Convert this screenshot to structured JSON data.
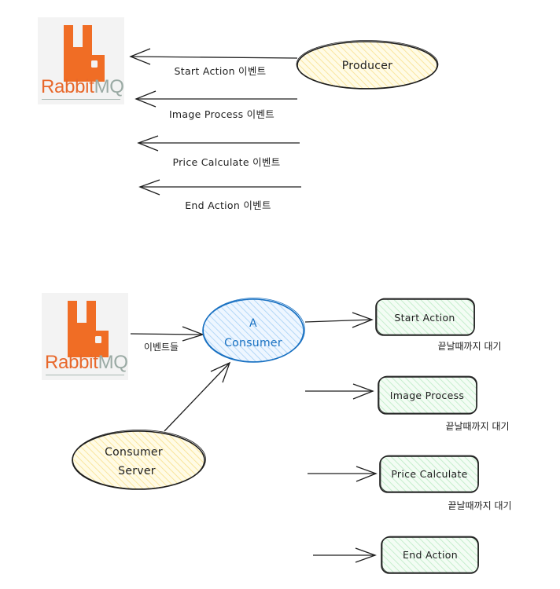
{
  "diagram": {
    "producer_section": {
      "logo": {
        "icon": "rabbitmq-logo",
        "text_primary": "Rabbit",
        "text_secondary": "MQ"
      },
      "producer_node": {
        "label": "Producer",
        "shape": "ellipse",
        "fill": "#fff3bf"
      },
      "event_arrows": [
        {
          "label": "Start Action 이벤트"
        },
        {
          "label": "Image Process 이벤트"
        },
        {
          "label": "Price Calculate 이벤트"
        },
        {
          "label": "End Action 이벤트"
        }
      ]
    },
    "consumer_section": {
      "logo": {
        "icon": "rabbitmq-logo",
        "text_primary": "Rabbit",
        "text_secondary": "MQ"
      },
      "events_label": "이벤트들",
      "consumer_node": {
        "line1": "A",
        "line2": "Consumer",
        "shape": "ellipse",
        "fill": "#d0ebff",
        "stroke": "#1971c2"
      },
      "server_node": {
        "line1": "Consumer",
        "line2": "Server",
        "shape": "ellipse",
        "fill": "#fff3bf"
      },
      "tasks": [
        {
          "label": "Start Action",
          "note": "끝날때까지  대기"
        },
        {
          "label": "Image Process",
          "note": "끝날때까지  대기"
        },
        {
          "label": "Price Calculate",
          "note": "끝날때까지  대기"
        },
        {
          "label": "End Action",
          "note": ""
        }
      ],
      "task_fill": "#d3f9d8"
    },
    "colors": {
      "stroke": "#1e1e1e",
      "rabbit_orange": "#f06d25",
      "consumer_blue": "#1971c2"
    }
  }
}
